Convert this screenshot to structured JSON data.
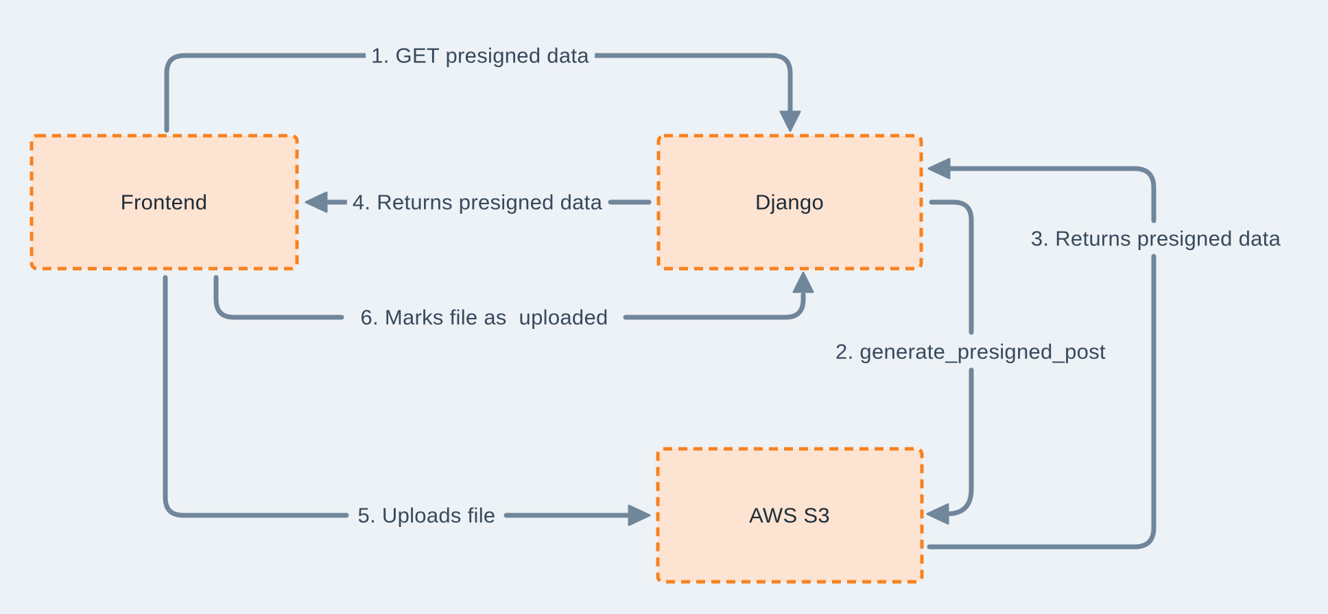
{
  "diagram": {
    "nodes": [
      {
        "label": "Frontend"
      },
      {
        "label": "Django"
      },
      {
        "label": "AWS S3"
      }
    ],
    "steps": [
      {
        "label": "1. GET presigned data",
        "from": "Frontend",
        "to": "Django"
      },
      {
        "label": "2. generate_presigned_post",
        "from": "Django",
        "to": "AWS S3"
      },
      {
        "label": "3. Returns presigned data",
        "from": "AWS S3",
        "to": "Django"
      },
      {
        "label": "4. Returns presigned data",
        "from": "Django",
        "to": "Frontend"
      },
      {
        "label": "5. Uploads file",
        "from": "Frontend",
        "to": "AWS S3"
      },
      {
        "label": "6. Marks file as  uploaded",
        "from": "Frontend",
        "to": "Django"
      }
    ],
    "colors": {
      "background": "#edf2f6",
      "node_fill": "#fde3d1",
      "node_border": "#f8811f",
      "node_text": "#1d2c38",
      "line": "#70869a",
      "label_text": "#37495c"
    }
  }
}
